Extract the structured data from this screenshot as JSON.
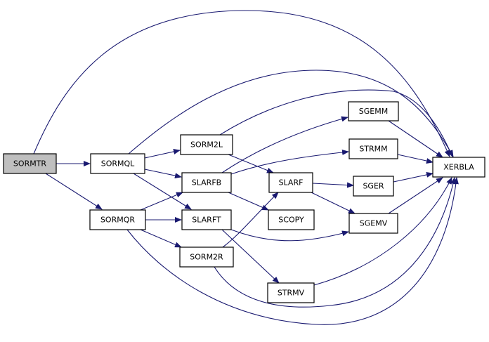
{
  "graph": {
    "edge_color": "#191970",
    "root_fill": "#bfbfbf",
    "nodes": {
      "SORMTR": "SORMTR",
      "SORMQL": "SORMQL",
      "SORMQR": "SORMQR",
      "SORM2L": "SORM2L",
      "SLARFB": "SLARFB",
      "SLARFT": "SLARFT",
      "SORM2R": "SORM2R",
      "SLARF": "SLARF",
      "SCOPY": "SCOPY",
      "SGEMM": "SGEMM",
      "STRMM": "STRMM",
      "SGER": "SGER",
      "SGEMV": "SGEMV",
      "STRMV": "STRMV",
      "XERBLA": "XERBLA"
    },
    "edges": [
      [
        "SORMTR",
        "SORMQL"
      ],
      [
        "SORMTR",
        "SORMQR"
      ],
      [
        "SORMTR",
        "XERBLA"
      ],
      [
        "SORMQL",
        "SORM2L"
      ],
      [
        "SORMQL",
        "SLARFB"
      ],
      [
        "SORMQL",
        "SLARFT"
      ],
      [
        "SORMQL",
        "XERBLA"
      ],
      [
        "SORMQR",
        "SLARFB"
      ],
      [
        "SORMQR",
        "SLARFT"
      ],
      [
        "SORMQR",
        "SORM2R"
      ],
      [
        "SORMQR",
        "XERBLA"
      ],
      [
        "SORM2L",
        "SLARF"
      ],
      [
        "SORM2L",
        "XERBLA"
      ],
      [
        "SLARFB",
        "SGEMM"
      ],
      [
        "SLARFB",
        "STRMM"
      ],
      [
        "SLARFB",
        "SCOPY"
      ],
      [
        "SLARFT",
        "SGEMV"
      ],
      [
        "SLARFT",
        "STRMV"
      ],
      [
        "SORM2R",
        "SLARF"
      ],
      [
        "SORM2R",
        "XERBLA"
      ],
      [
        "SLARF",
        "SGER"
      ],
      [
        "SLARF",
        "SGEMV"
      ],
      [
        "SGEMM",
        "XERBLA"
      ],
      [
        "STRMM",
        "XERBLA"
      ],
      [
        "SGER",
        "XERBLA"
      ],
      [
        "SGEMV",
        "XERBLA"
      ],
      [
        "STRMV",
        "XERBLA"
      ]
    ]
  }
}
